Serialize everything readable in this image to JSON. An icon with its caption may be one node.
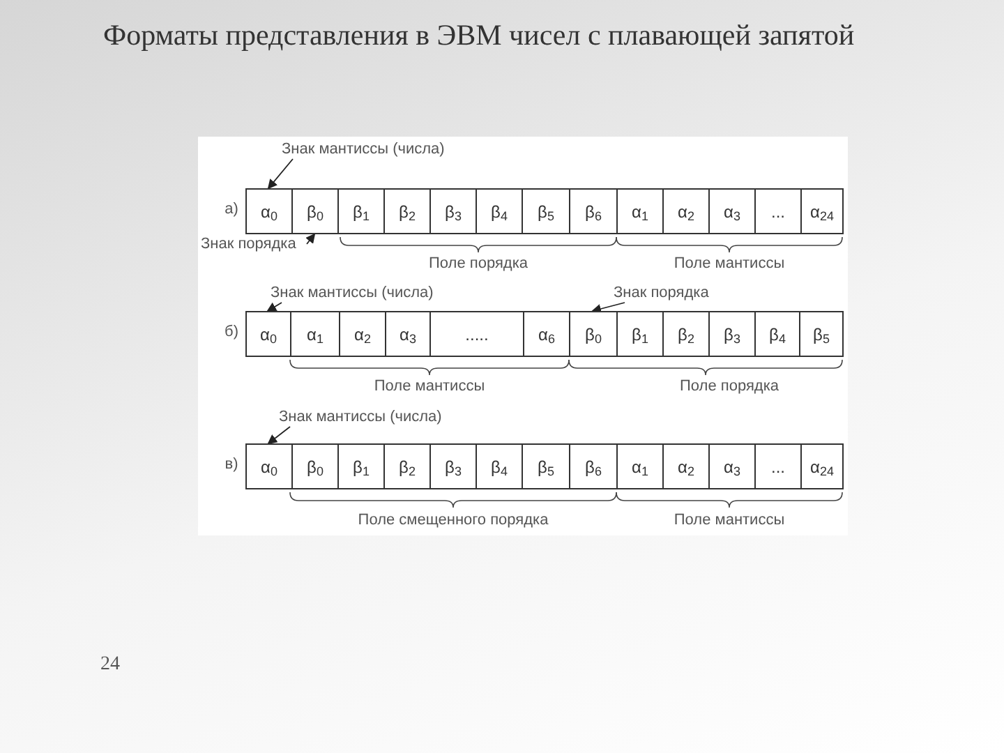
{
  "diagram": {
    "title": "Форматы представления в ЭВМ чисел с плавающей запятой",
    "nodes": [
      {
        "text": [
          "Знак мантиссы (числа)"
        ]
      },
      {
        "text": [
          "α$_{0}$"
        ]
      },
      {
        "text": [
          "β$_{0}$"
        ]
      },
      {
        "text": [
          "β$_{1}$"
        ]
      },
      {
        "text": [
          "β$_{2}$"
        ]
      },
      {
        "text": [
          "β$_{3}$"
        ]
      },
      {
        "text": [
          "β$_{4}$"
        ]
      },
      {
        "text": [
          "β$_{5}$"
        ]
      },
      {
        "text": [
          "β$_{6}$"
        ]
      },
      {
        "text": [
          "α$_{1}$"
        ]
      },
      {
        "text": [
          "α$_{2}$"
        ]
      },
      {
        "text": [
          "α$_{3}$"
        ]
      },
      {
        "text": [
          "..."
        ]
      },
      {
        "text": [
          "α$_{24}$"
        ]
      },
      {
        "text": [
          "Знак порядка"
        ]
      },
      {
        "text": [
          "Знак мантиссы (числа)"
        ]
      },
      {
        "text": [
          "Знак порядка"
        ]
      },
      {
        "text": [
          "α$_{0}$"
        ]
      },
      {
        "text": [
          "α$_{1}$"
        ]
      },
      {
        "text": [
          "α$_{2}$"
        ]
      },
      {
        "text": [
          "α$_{3}$"
        ]
      },
      {
        "text": [
          "....."
        ]
      },
      {
        "text": [
          "α$_{6}$"
        ]
      },
      {
        "text": [
          "β$_{0}$"
        ]
      },
      {
        "text": [
          "β$_{1}$"
        ]
      },
      {
        "text": [
          "β$_{2}$"
        ]
      },
      {
        "text": [
          "β$_{3}$"
        ]
      },
      {
        "text": [
          "β$_{4}$"
        ]
      },
      {
        "text": [
          "β$_{5}$"
        ]
      },
      {
        "text": [
          "Знак мантиссы (числа)"
        ]
      },
      {
        "text": [
          "α$_{0}$"
        ]
      },
      {
        "text": [
          "β$_{0}$"
        ]
      },
      {
        "text": [
          "β$_{1}$"
        ]
      },
      {
        "text": [
          "β$_{2}$"
        ]
      },
      {
        "text": [
          "β$_{3}$"
        ]
      },
      {
        "text": [
          "β$_{4}$"
        ]
      },
      {
        "text": [
          "β$_{5}$"
        ]
      },
      {
        "text": [
          "β$_{6}$"
        ]
      },
      {
        "text": [
          "α$_{1}$"
        ]
      },
      {
        "text": [
          "α$_{2}$"
        ]
      },
      {
        "text": [
          "α$_{3}$"
        ]
      },
      {
        "text": [
          "..."
        ]
      },
      {
        "text": [
          "α$_{24}$"
        ]
      }
    ],
    "edges": [
      {
        "from": 0,
        "to": 1,
        "arrow": "to"
      },
      {
        "from": 14,
        "to": 2,
        "arrow": "to"
      },
      {
        "from": 15,
        "to": 17,
        "arrow": "to"
      },
      {
        "from": 16,
        "to": 23,
        "arrow": "to"
      },
      {
        "from": 29,
        "to": 30,
        "arrow": "to"
      }
    ],
    "labels": [
      "а)",
      "Поле порядка",
      "Поле мантиссы",
      "б)",
      "Поле мантиссы",
      "Поле порядка",
      "в)",
      "Поле смещенного порядка",
      "Поле мантиссы",
      "24"
    ]
  }
}
